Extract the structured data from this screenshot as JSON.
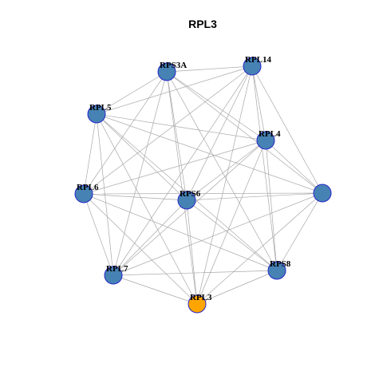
{
  "title": "RPL3",
  "colors": {
    "node_default": "#4682b4",
    "node_highlight": "#ffa500",
    "node_border": "#2626c8",
    "edge": "#a8a8a8"
  },
  "nodes": [
    {
      "id": "RPS3A",
      "label": "RPS3A",
      "highlight": false
    },
    {
      "id": "RPL14",
      "label": "RPL14",
      "highlight": false
    },
    {
      "id": "RPL5",
      "label": "RPL5",
      "highlight": false
    },
    {
      "id": "RPL4",
      "label": "RPL4",
      "highlight": false
    },
    {
      "id": "N9",
      "label": "",
      "highlight": false
    },
    {
      "id": "RPL6",
      "label": "RPL6",
      "highlight": false
    },
    {
      "id": "RPS6",
      "label": "RPS6",
      "highlight": false
    },
    {
      "id": "RPL7",
      "label": "RPL7",
      "highlight": false
    },
    {
      "id": "RPS8",
      "label": "RPS8",
      "highlight": false
    },
    {
      "id": "RPL3",
      "label": "RPL3",
      "highlight": true
    }
  ],
  "edges": [
    [
      "RPS3A",
      "RPL14"
    ],
    [
      "RPS3A",
      "RPL5"
    ],
    [
      "RPS3A",
      "RPL4"
    ],
    [
      "RPS3A",
      "RPL6"
    ],
    [
      "RPS3A",
      "RPS6"
    ],
    [
      "RPS3A",
      "RPL7"
    ],
    [
      "RPS3A",
      "RPS8"
    ],
    [
      "RPS3A",
      "RPL3"
    ],
    [
      "RPS3A",
      "N9"
    ],
    [
      "RPL14",
      "RPL5"
    ],
    [
      "RPL14",
      "RPL4"
    ],
    [
      "RPL14",
      "N9"
    ],
    [
      "RPL14",
      "RPL6"
    ],
    [
      "RPL14",
      "RPS6"
    ],
    [
      "RPL14",
      "RPL7"
    ],
    [
      "RPL14",
      "RPS8"
    ],
    [
      "RPL14",
      "RPL3"
    ],
    [
      "RPL5",
      "RPL4"
    ],
    [
      "RPL5",
      "N9"
    ],
    [
      "RPL5",
      "RPL6"
    ],
    [
      "RPL5",
      "RPS6"
    ],
    [
      "RPL5",
      "RPL7"
    ],
    [
      "RPL5",
      "RPS8"
    ],
    [
      "RPL5",
      "RPL3"
    ],
    [
      "RPL4",
      "N9"
    ],
    [
      "RPL4",
      "RPL6"
    ],
    [
      "RPL4",
      "RPS6"
    ],
    [
      "RPL4",
      "RPL7"
    ],
    [
      "RPL4",
      "RPS8"
    ],
    [
      "RPL4",
      "RPL3"
    ],
    [
      "N9",
      "RPL6"
    ],
    [
      "N9",
      "RPS6"
    ],
    [
      "N9",
      "RPL7"
    ],
    [
      "N9",
      "RPS8"
    ],
    [
      "N9",
      "RPL3"
    ],
    [
      "RPL6",
      "RPS6"
    ],
    [
      "RPL6",
      "RPL7"
    ],
    [
      "RPL6",
      "RPS8"
    ],
    [
      "RPL6",
      "RPL3"
    ],
    [
      "RPS6",
      "RPL7"
    ],
    [
      "RPS6",
      "RPS8"
    ],
    [
      "RPS6",
      "RPL3"
    ],
    [
      "RPL7",
      "RPS8"
    ],
    [
      "RPL7",
      "RPL3"
    ],
    [
      "RPS8",
      "RPL3"
    ]
  ]
}
